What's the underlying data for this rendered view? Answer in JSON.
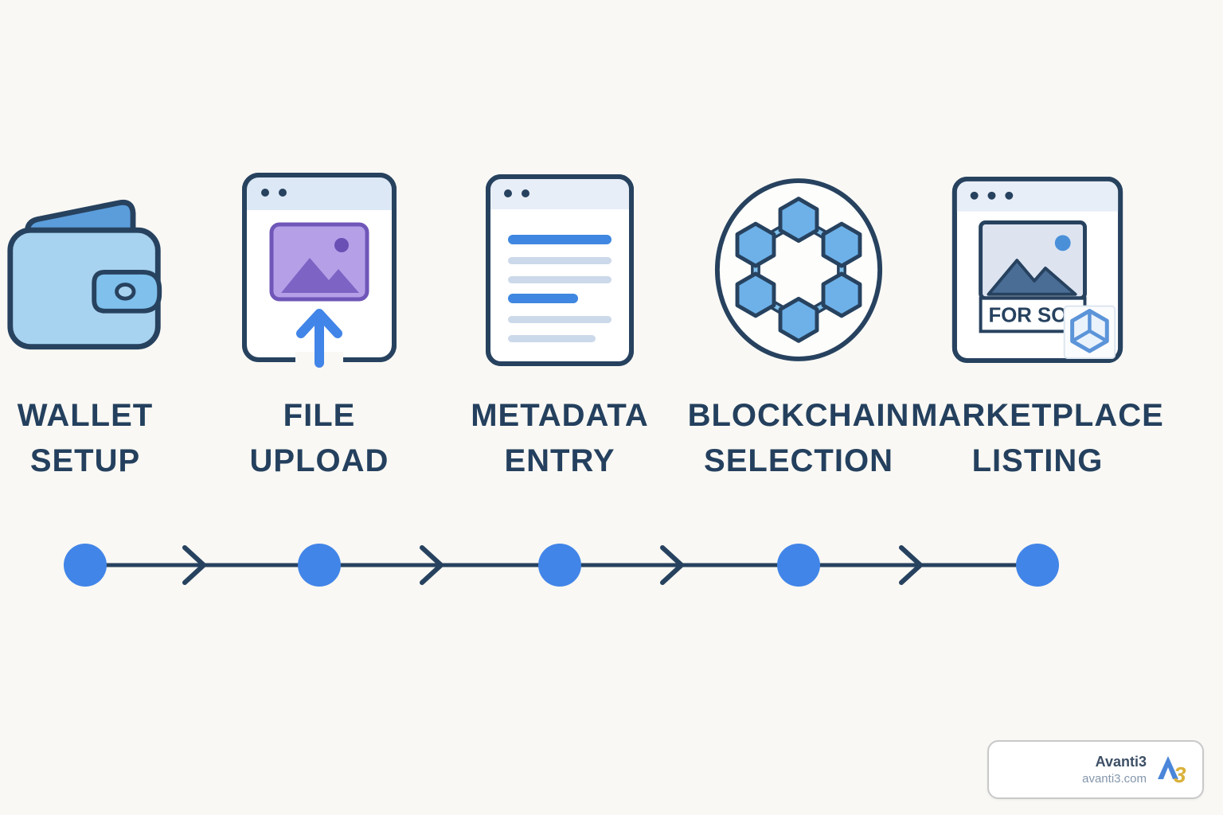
{
  "page": {
    "background_color": "#f9f8f4",
    "accent_blue": "#4285e8",
    "navy": "#24405e",
    "light_blue": "#a8d3f0",
    "purple": "#b5a0e8"
  },
  "steps": [
    {
      "label1": "WALLET",
      "label2": "SETUP",
      "icon": "wallet-icon"
    },
    {
      "label1": "FILE",
      "label2": "UPLOAD",
      "icon": "file-upload-icon"
    },
    {
      "label1": "METADATA",
      "label2": "ENTRY",
      "icon": "metadata-document-icon"
    },
    {
      "label1": "BLOCKCHAIN",
      "label2": "SELECTION",
      "icon": "blockchain-network-icon"
    },
    {
      "label1": "MARKETPLACE",
      "label2": "LISTING",
      "icon": "marketplace-listing-icon",
      "banner": "FOR SO"
    }
  ],
  "badge": {
    "title": "Avanti3",
    "url": "avanti3.com",
    "logo_number": "3"
  }
}
